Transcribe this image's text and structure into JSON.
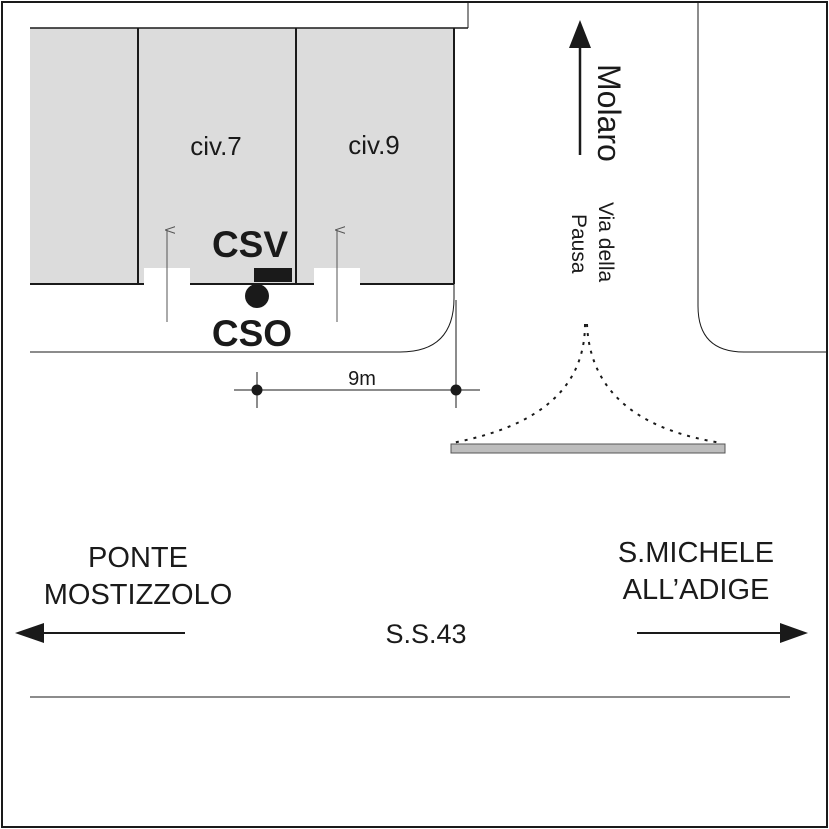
{
  "buildings": [
    {
      "label": "civ.7"
    },
    {
      "label": "civ.9"
    }
  ],
  "markers": {
    "csv": "CSV",
    "cso": "CSO"
  },
  "dimension": {
    "label": "9m"
  },
  "side_road": {
    "direction": "Molaro",
    "name_line1": "Via della",
    "name_line2": "Pausa"
  },
  "main_road": {
    "name": "S.S.43",
    "west_line1": "PONTE",
    "west_line2": "MOSTIZZOLO",
    "east_line1": "S.MICHELE",
    "east_line2": "ALL’ADIGE"
  },
  "colors": {
    "building_fill": "#dcdcdc",
    "line": "#1a1a1a",
    "bar_fill": "#bdbdbd"
  },
  "icons": {
    "csv_marker": "rectangle",
    "cso_marker": "circle",
    "arrows": "arrow"
  }
}
